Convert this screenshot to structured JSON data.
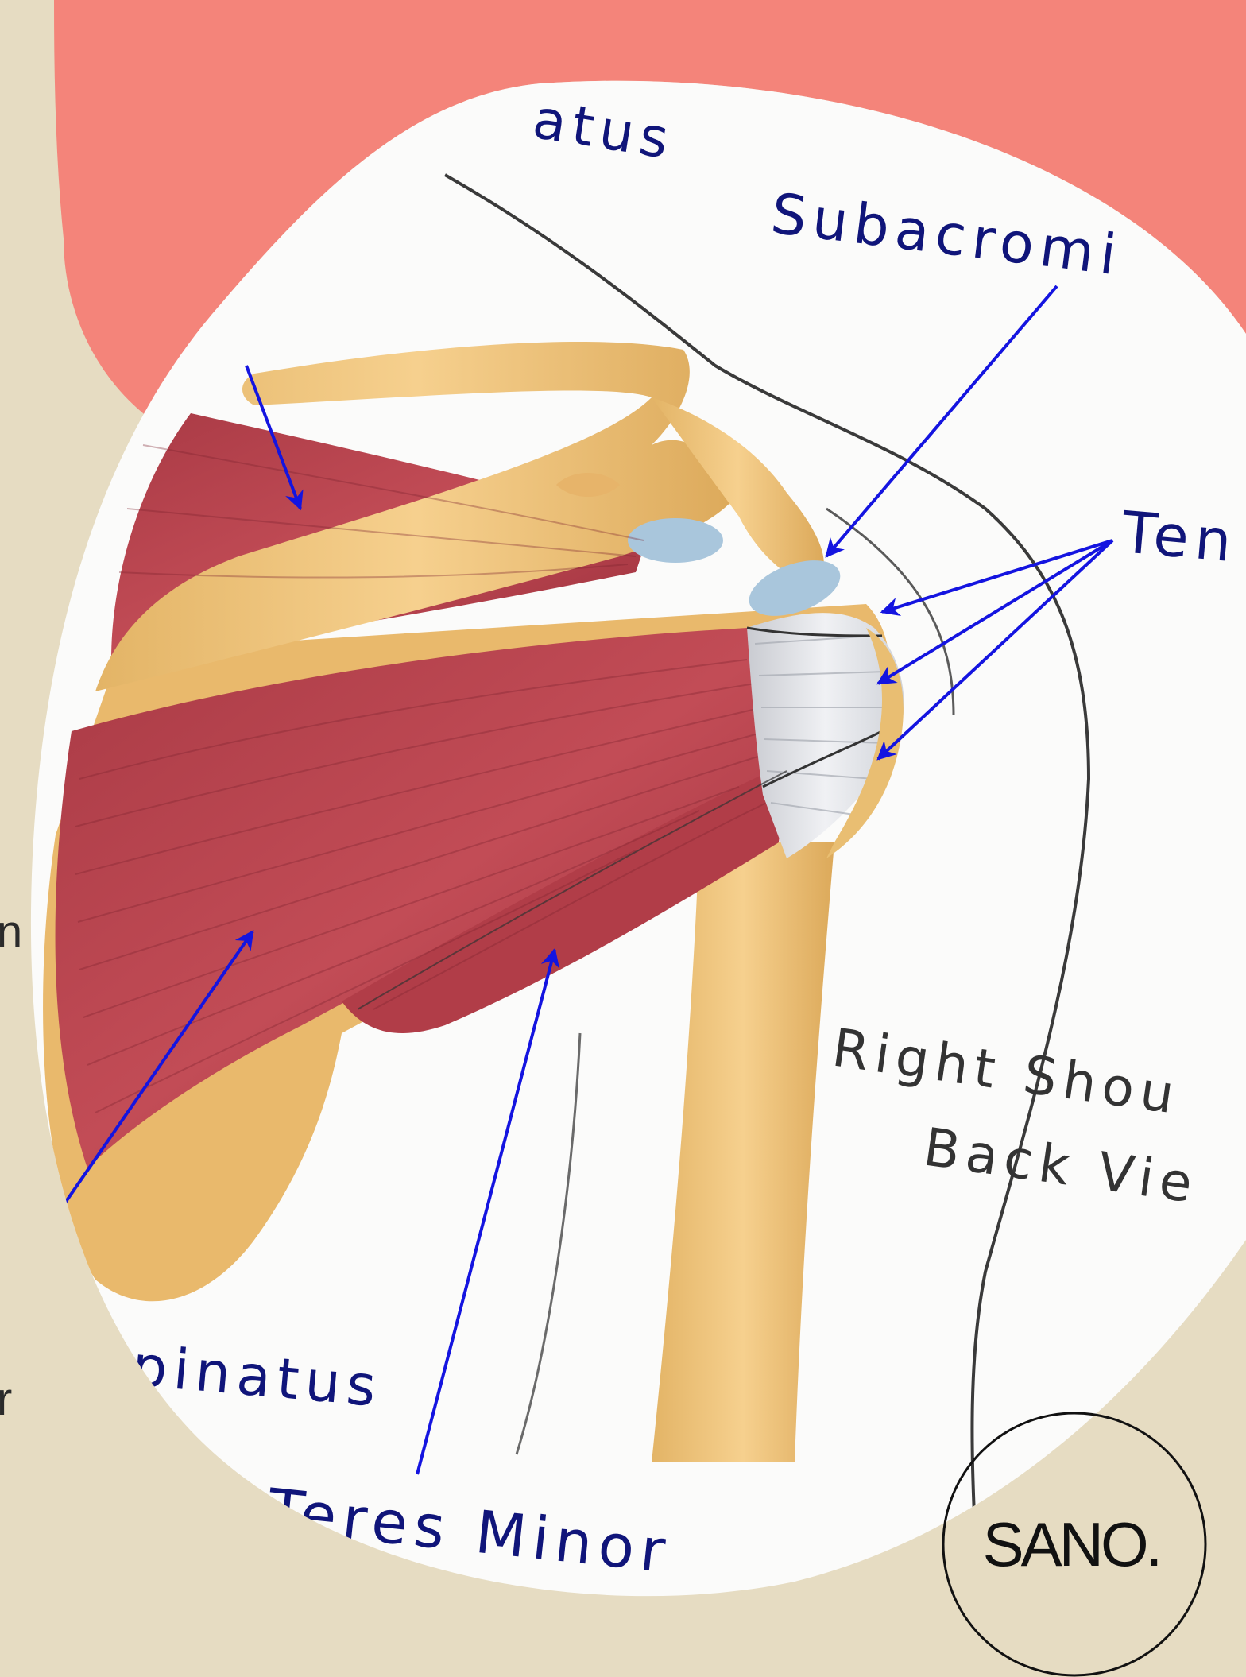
{
  "colors": {
    "background": "#e6dcc2",
    "coral": "#f4847a",
    "label_blue": "#10157a",
    "arrow_blue": "#1414e0",
    "muscle": "#b84550",
    "bone": "#edc27a",
    "tendon": "#d9dde3",
    "bursa": "#a9c6dc"
  },
  "labels": {
    "top_partial": "atus",
    "subacromial": "Subacromi",
    "tendons": "Ten",
    "right_shoulder": "Right Shou",
    "back_view": "Back Vie",
    "infraspinatus": "spinatus",
    "teres_minor": "Teres Minor"
  },
  "side_fragments": {
    "upper": "n",
    "lower": "r"
  },
  "logo": {
    "text": "SANO."
  }
}
